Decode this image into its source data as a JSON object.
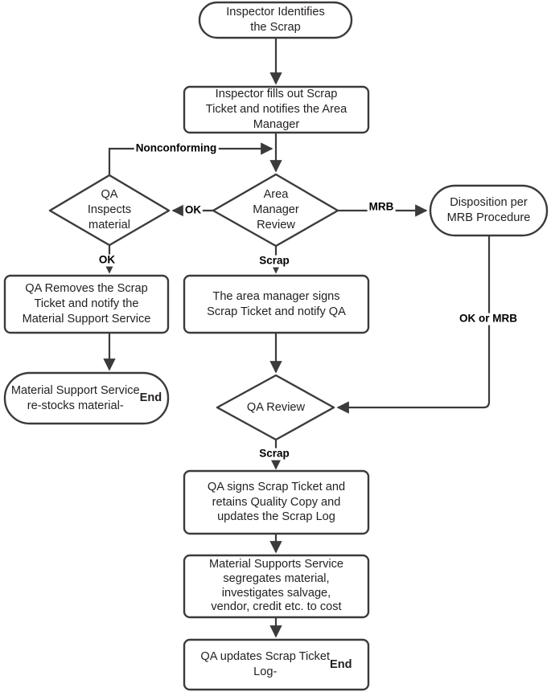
{
  "diagram": {
    "title": "Scrap Material Disposition Flowchart",
    "type": "flowchart",
    "stroke_color": "#3b3b3b",
    "text_color": "#231f20",
    "background": "#ffffff"
  },
  "nodes": {
    "start": {
      "shape": "stadium",
      "label": "Inspector Identifies\nthe Scrap"
    },
    "fill_ticket": {
      "shape": "rounded-rect",
      "label": "Inspector fills out Scrap\nTicket and notifies the Area\nManager"
    },
    "qa_inspects": {
      "shape": "diamond",
      "label": "QA\nInspects\nmaterial"
    },
    "area_manager_review": {
      "shape": "diamond",
      "label": "Area\nManager\nReview"
    },
    "disposition_mrb": {
      "shape": "stadium",
      "label": "Disposition per\nMRB Procedure"
    },
    "qa_removes": {
      "shape": "rounded-rect",
      "label": "QA Removes the Scrap\nTicket and notify the\nMaterial Support Service"
    },
    "area_manager_signs": {
      "shape": "rounded-rect",
      "label": "The area manager signs\nScrap Ticket and notify QA"
    },
    "restocks_end": {
      "shape": "stadium",
      "label_main": "Material Support Service\nre-stocks material-",
      "label_bold": "End"
    },
    "qa_review": {
      "shape": "diamond",
      "label": "QA Review"
    },
    "qa_signs": {
      "shape": "rounded-rect",
      "label": "QA signs Scrap Ticket and\nretains Quality Copy and\nupdates the Scrap Log"
    },
    "material_supports": {
      "shape": "rounded-rect",
      "label": "Material Supports Service\nsegregates material,\ninvestigates salvage,\nvendor, credit etc. to cost"
    },
    "qa_updates_end": {
      "shape": "rounded-rect",
      "label_main": "QA updates Scrap Ticket\nLog-",
      "label_bold": "End"
    }
  },
  "edge_labels": {
    "nonconforming": "Nonconforming",
    "ok_to_qa_inspects": "OK",
    "mrb": "MRB",
    "ok_down": "OK",
    "scrap_area_manager": "Scrap",
    "ok_or_mrb": "OK or MRB",
    "scrap_qa_review": "Scrap"
  }
}
